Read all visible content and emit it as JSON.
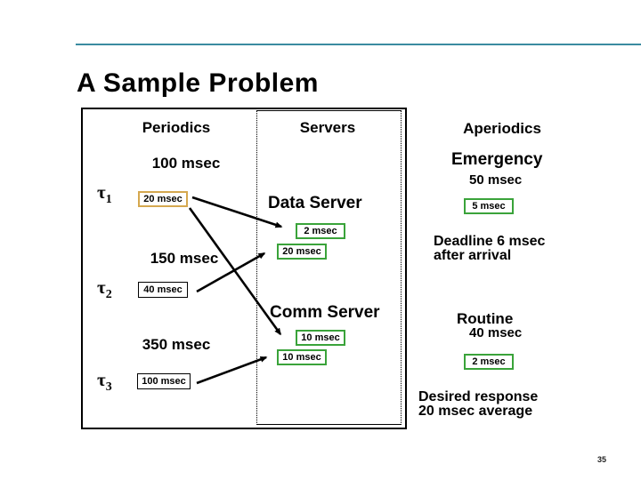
{
  "slide": {
    "title": "A Sample Problem",
    "page_number": "35"
  },
  "colors": {
    "accent_line": "#3a8ba0",
    "tan_box_border": "#d5a84f",
    "green_box_border": "#3aa33a",
    "text": "#000000"
  },
  "diagram": {
    "headers": {
      "periodics": "Periodics",
      "servers": "Servers",
      "aperiodics": "Aperiodics"
    },
    "tasks": [
      {
        "symbol": "τ",
        "sub": "1",
        "period": "100 msec",
        "exec": "20 msec"
      },
      {
        "symbol": "τ",
        "sub": "2",
        "period": "150 msec",
        "exec": "40 msec"
      },
      {
        "symbol": "τ",
        "sub": "3",
        "period": "350 msec",
        "exec": "100 msec"
      }
    ],
    "servers": [
      {
        "name": "Data Server",
        "budgets": [
          "2 msec",
          "20 msec"
        ]
      },
      {
        "name": "Comm Server",
        "budgets": [
          "10 msec",
          "10 msec"
        ]
      }
    ],
    "aperiodics": [
      {
        "name": "Emergency",
        "rate": "50 msec",
        "exec": "5 msec",
        "note1": "Deadline 6 msec",
        "note2": "after arrival"
      },
      {
        "name": "Routine",
        "rate": "40 msec",
        "exec": "2 msec",
        "note1": "Desired response",
        "note2": "20 msec average"
      }
    ]
  }
}
